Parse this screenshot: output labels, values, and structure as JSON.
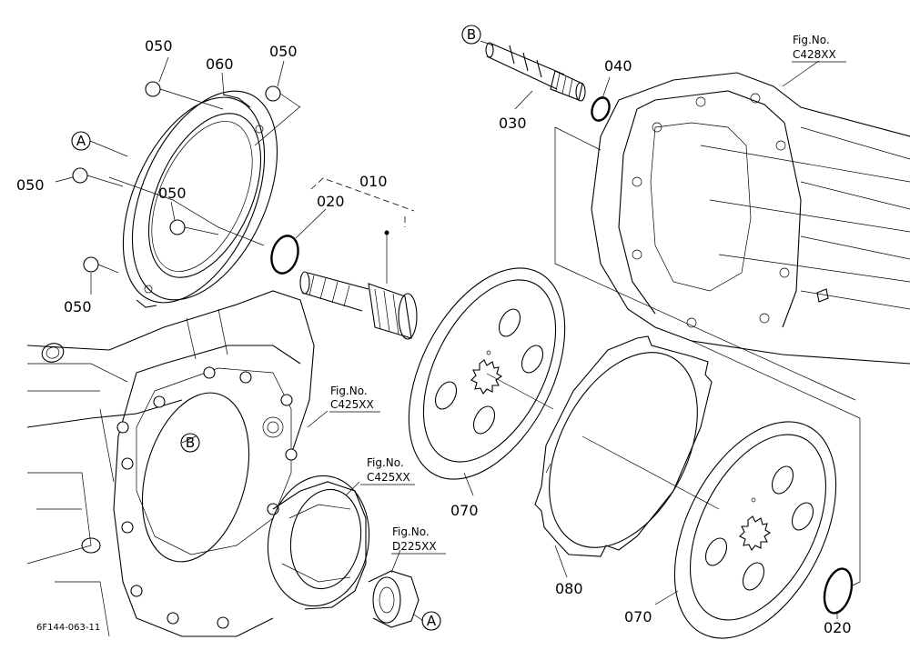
{
  "drawing_code": "6F144-063-11",
  "part_labels": {
    "p010": "010",
    "p020_top": "020",
    "p020_bottom": "020",
    "p030": "030",
    "p040": "040",
    "p050_a": "050",
    "p050_b": "050",
    "p050_c": "050",
    "p050_d": "050",
    "p050_e": "050",
    "p060": "060",
    "p070_top": "070",
    "p070_bottom": "070",
    "p080": "080"
  },
  "ref_letters": {
    "a_top": "A",
    "a_bottom": "A",
    "b_top": "B",
    "b_housing": "B"
  },
  "fig_refs": {
    "c428_head": "Fig.No.",
    "c428_code": "C428XX",
    "c425a_head": "Fig.No.",
    "c425a_code": "C425XX",
    "c425b_head": "Fig.No.",
    "c425b_code": "C425XX",
    "d225_head": "Fig.No.",
    "d225_code": "D225XX"
  }
}
